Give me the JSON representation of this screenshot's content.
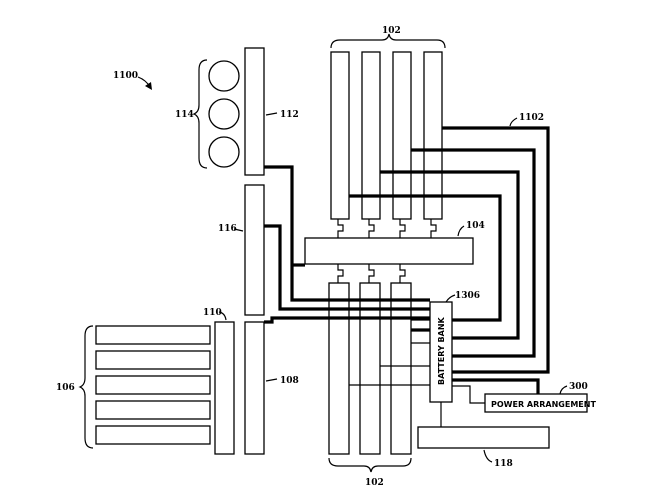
{
  "figure": {
    "ref_system": "1100",
    "ref_bus": "1102",
    "ref_top_racks": "102",
    "ref_bottom_racks": "102",
    "ref_switch": "104",
    "ref_battery_callout": "1306",
    "battery_label": "BATTERY BANK",
    "ref_power_arrangement": "300",
    "power_arrangement_label": "POWER ARRANGEMENT",
    "ref_lights": "114",
    "ref_column_top": "112",
    "ref_column_mid": "116",
    "ref_column_bottom": "108",
    "ref_column_left": "110",
    "ref_shelves": "106",
    "ref_bottom_box": "118"
  }
}
